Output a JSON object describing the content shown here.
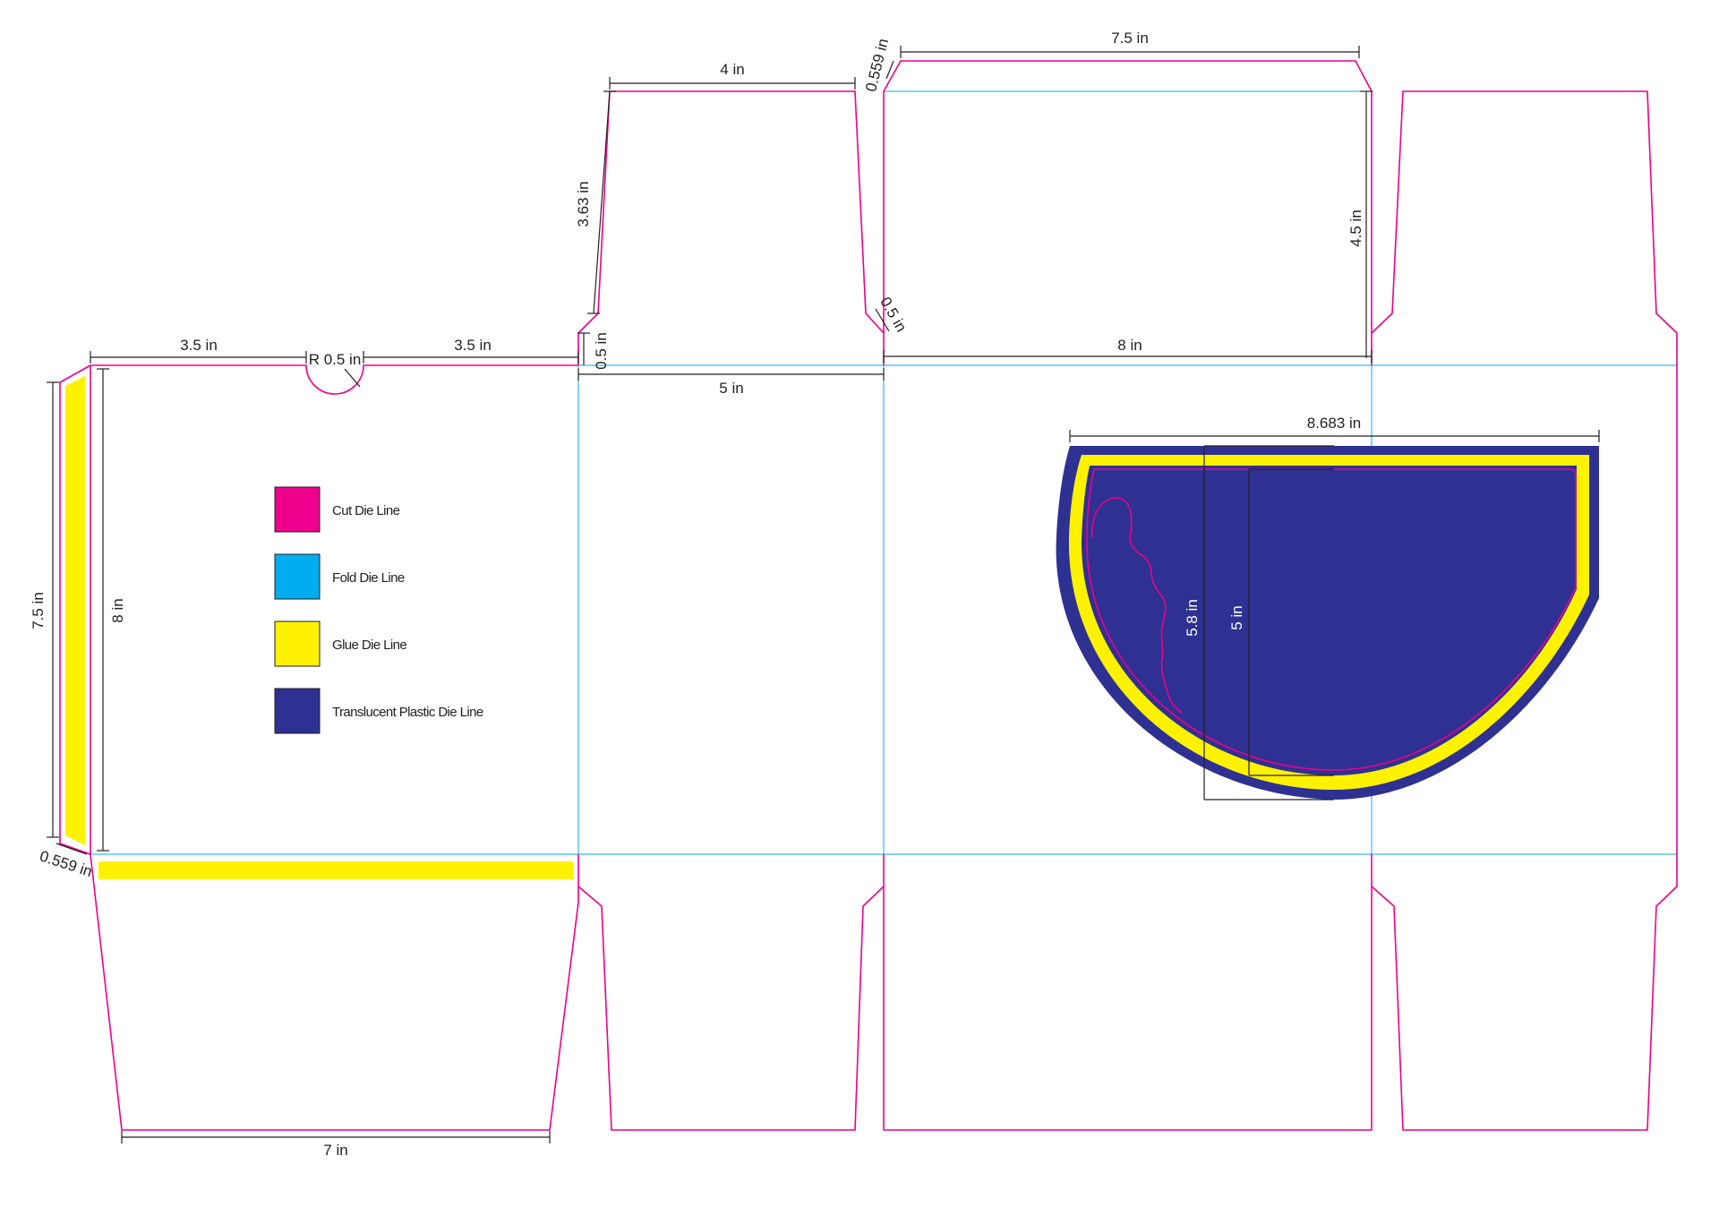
{
  "colors": {
    "cut": "#ec008c",
    "fold": "#00aeef",
    "glue": "#fff200",
    "plastic": "#2e3192",
    "dimension": "#231f20"
  },
  "legend": [
    {
      "label": "Cut Die Line",
      "color": "#ec008c"
    },
    {
      "label": "Fold Die Line",
      "color": "#00aeef"
    },
    {
      "label": "Glue Die Line",
      "color": "#fff200"
    },
    {
      "label": "Translucent Plastic Die Line",
      "color": "#2e3192"
    }
  ],
  "dimensions": {
    "top_flap_width": "4 in",
    "top_flap_height": "3.63 in",
    "top_bevel_left": "0.559 in",
    "lid_width": "7.5 in",
    "lid_height": "4.5 in",
    "small_notch": "0.5 in",
    "front_width": "8 in",
    "tab_height": "0.5 in",
    "side_width": "5 in",
    "left_segment": "3.5 in",
    "right_segment": "3.5 in",
    "thumb_radius": "R 0.5 in",
    "glue_strip_height": "7.5 in",
    "back_height": "8 in",
    "bottom_bevel": "0.559 in",
    "bottom_width": "7 in",
    "window_width": "8.683 in",
    "window_outer_height": "5.8 in",
    "window_inner_height": "5 in"
  }
}
